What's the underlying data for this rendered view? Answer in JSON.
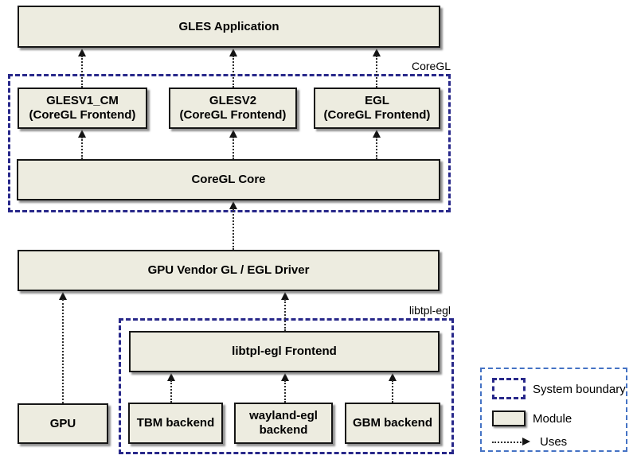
{
  "boxes": {
    "gles_app": {
      "label": "GLES Application"
    },
    "glesv1": {
      "label": "GLESV1_CM",
      "sublabel": "(CoreGL Frontend)"
    },
    "glesv2": {
      "label": "GLESV2",
      "sublabel": "(CoreGL Frontend)"
    },
    "egl": {
      "label": "EGL",
      "sublabel": "(CoreGL Frontend)"
    },
    "coregl_core": {
      "label": "CoreGL Core"
    },
    "driver": {
      "label": "GPU Vendor GL / EGL Driver"
    },
    "frontend": {
      "label": "libtpl-egl Frontend"
    },
    "gpu": {
      "label": "GPU"
    },
    "tbm": {
      "label": "TBM backend"
    },
    "wayland": {
      "label": "wayland-egl",
      "sublabel": "backend"
    },
    "gbm": {
      "label": "GBM backend"
    }
  },
  "boundaries": {
    "coregl": {
      "label": "CoreGL"
    },
    "libtpl": {
      "label": "libtpl-egl"
    }
  },
  "legend": {
    "items": [
      {
        "type": "system-boundary",
        "label": "System boundary"
      },
      {
        "type": "module",
        "label": "Module"
      },
      {
        "type": "uses-arrow",
        "label": "Uses"
      }
    ]
  },
  "colors": {
    "module_fill": "#edece0",
    "module_border": "#161616",
    "boundary_dash": "#28288a",
    "legend_border": "#4472c4",
    "arrow": "#141414",
    "text": "#000000",
    "background": "#ffffff"
  }
}
